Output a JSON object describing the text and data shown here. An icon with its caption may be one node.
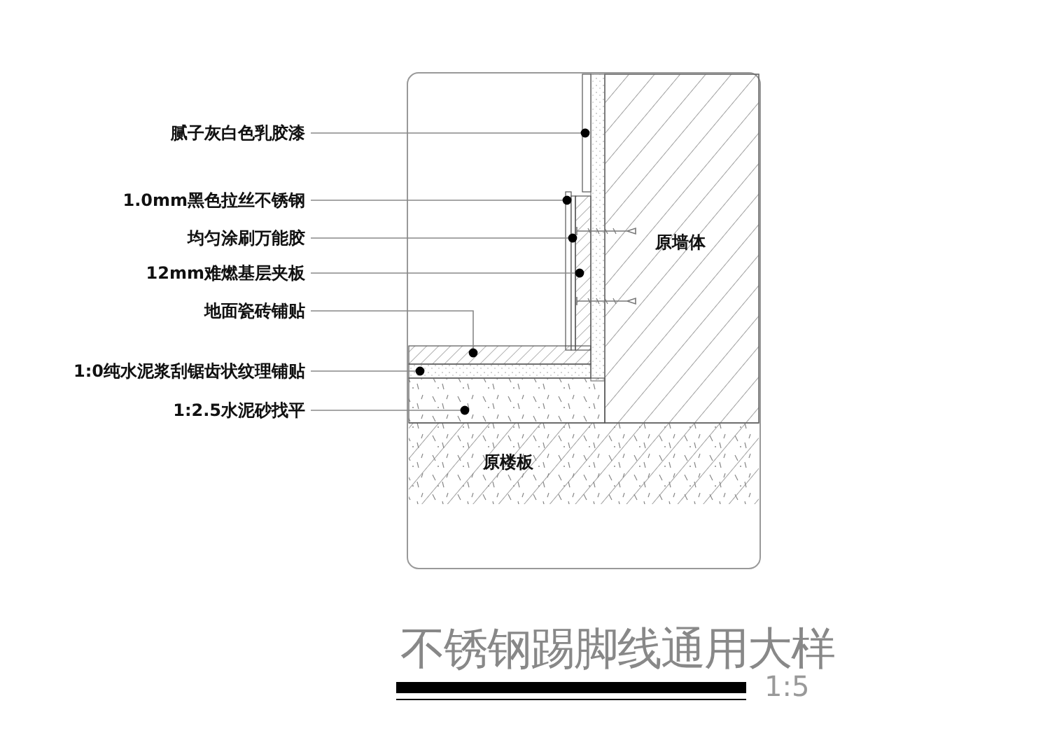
{
  "diagram": {
    "title": "不锈钢踢脚线通用大样",
    "nodes": [
      {
        "text": [
          "腻子灰白色乳胶漆"
        ]
      },
      {
        "text": [
          "1.0mm黑色拉丝不锈钢"
        ]
      },
      {
        "text": [
          "均匀涂刷万能胶"
        ]
      },
      {
        "text": [
          "12mm难燃基层夹板"
        ]
      },
      {
        "text": [
          "地面瓷砖铺贴"
        ]
      },
      {
        "text": [
          "1:0纯水泥浆刮锯齿状纹理铺贴"
        ]
      },
      {
        "text": [
          "1:2.5水泥砂找平"
        ]
      },
      {
        "text": [],
        "shape": "box"
      },
      {
        "text": [],
        "shape": "box"
      },
      {
        "text": [],
        "shape": "box"
      },
      {
        "text": [],
        "shape": "box"
      },
      {
        "text": [],
        "shape": "box"
      },
      {
        "text": [],
        "shape": "box"
      },
      {
        "text": [],
        "shape": "box"
      }
    ],
    "edges": [
      {
        "from": 0,
        "to": 7,
        "arrow": "other"
      },
      {
        "from": 1,
        "to": 8,
        "arrow": "other"
      },
      {
        "from": 2,
        "to": 9,
        "arrow": "other"
      },
      {
        "from": 3,
        "to": 10,
        "arrow": "other"
      },
      {
        "from": 4,
        "to": 11,
        "arrow": "other"
      },
      {
        "from": 5,
        "to": 12,
        "arrow": "other"
      },
      {
        "from": 6,
        "to": 13,
        "arrow": "other"
      }
    ],
    "labels": [
      "原墙体",
      "原楼板",
      "1:5"
    ]
  }
}
